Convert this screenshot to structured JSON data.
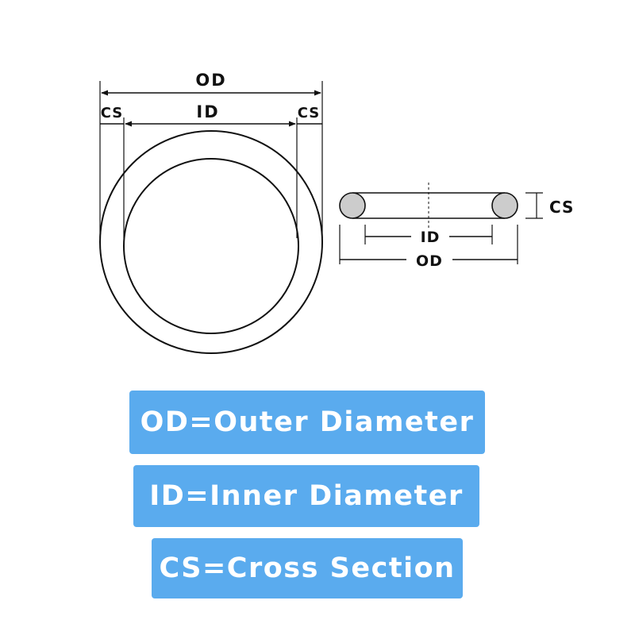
{
  "colors": {
    "line": "#111111",
    "section_fill": "#cccccc",
    "legend_bg": "#5aabee",
    "legend_text": "#ffffff"
  },
  "front_view": {
    "od_label": "OD",
    "id_label": "ID",
    "cs_left_label": "CS",
    "cs_right_label": "CS"
  },
  "side_view": {
    "cs_label": "CS",
    "id_label": "ID",
    "od_label": "OD"
  },
  "legend": {
    "od": "OD=Outer Diameter",
    "id": "ID=Inner Diameter",
    "cs": "CS=Cross Section"
  }
}
